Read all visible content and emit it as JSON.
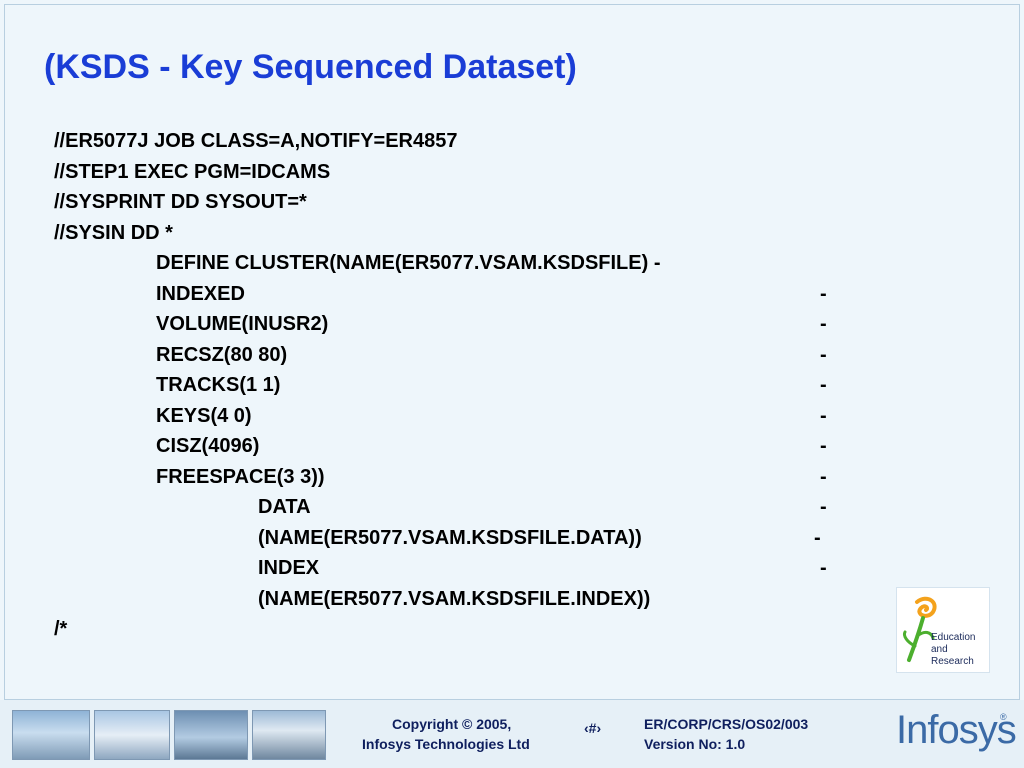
{
  "title": "(KSDS - Key Sequenced Dataset)",
  "code_lines": [
    {
      "text": "//ER5077J JOB CLASS=A,NOTIFY=ER4857",
      "indent": 0,
      "dash": ""
    },
    {
      "text": "//STEP1 EXEC PGM=IDCAMS",
      "indent": 0,
      "dash": ""
    },
    {
      "text": "//SYSPRINT DD SYSOUT=*",
      "indent": 0,
      "dash": ""
    },
    {
      "text": "//SYSIN DD *",
      "indent": 0,
      "dash": ""
    },
    {
      "text": "DEFINE CLUSTER(NAME(ER5077.VSAM.KSDSFILE) -",
      "indent": 1,
      "dash": ""
    },
    {
      "text": "INDEXED",
      "indent": 1,
      "dash": "-"
    },
    {
      "text": "VOLUME(INUSR2)",
      "indent": 1,
      "dash": "-"
    },
    {
      "text": "RECSZ(80  80)",
      "indent": 1,
      "dash": "-"
    },
    {
      "text": "TRACKS(1  1)",
      "indent": 1,
      "dash": "-"
    },
    {
      "text": "KEYS(4  0)",
      "indent": 1,
      "dash": "-"
    },
    {
      "text": "CISZ(4096)",
      "indent": 1,
      "dash": "-"
    },
    {
      "text": "FREESPACE(3  3))",
      "indent": 1,
      "dash": "-"
    },
    {
      "text": "DATA",
      "indent": 2,
      "dash": "-"
    },
    {
      "text": "(NAME(ER5077.VSAM.KSDSFILE.DATA))",
      "indent": 2,
      "dash": "-"
    },
    {
      "text": "INDEX",
      "indent": 2,
      "dash": "-"
    },
    {
      "text": "(NAME(ER5077.VSAM.KSDSFILE.INDEX))",
      "indent": 2,
      "dash": ""
    },
    {
      "text": "/*",
      "indent": 0,
      "dash": ""
    }
  ],
  "logo": {
    "line1": "Education",
    "line2": "and",
    "line3": "Research",
    "colors": {
      "orange": "#f4a21c",
      "green": "#4caf2e"
    }
  },
  "footer": {
    "copyright_line1": "Copyright © 2005,",
    "copyright_line2": "Infosys Technologies Ltd",
    "slide_number": "‹#›",
    "doc_id": "ER/CORP/CRS/OS02/003",
    "version": "Version No: 1.0",
    "brand": "Infosys",
    "brand_mark": "®"
  },
  "colors": {
    "title": "#1a3dd6",
    "background": "#eef6fb"
  }
}
